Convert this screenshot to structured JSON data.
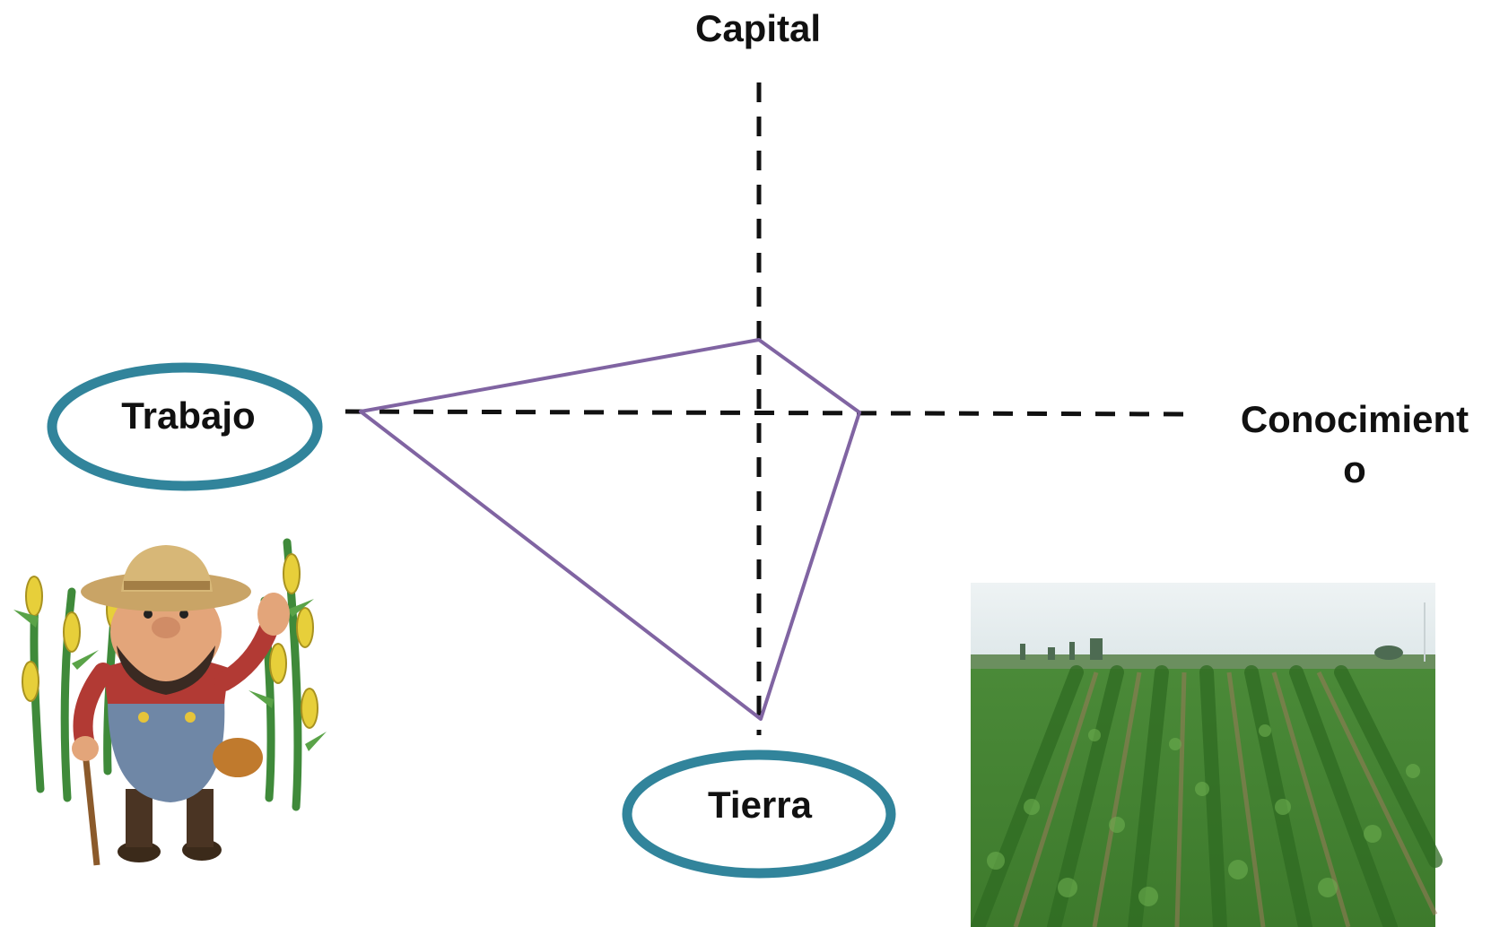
{
  "axes": {
    "top_label": "Capital",
    "right_label_line1": "Conocimient",
    "right_label_line2": "o"
  },
  "ovals": {
    "left_label": "Trabajo",
    "bottom_label": "Tierra"
  },
  "colors": {
    "axis": "#111111",
    "polygon": "#8064a2",
    "oval_border": "#31849b"
  },
  "images": {
    "left": "farmer-cartoon",
    "right": "crop-field-photo"
  }
}
